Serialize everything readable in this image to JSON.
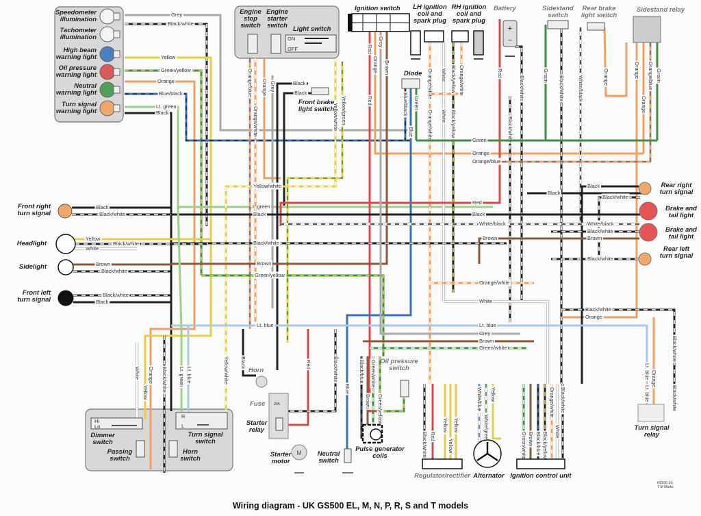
{
  "title": "Wiring diagram - UK GS500 EL, M, N, P, R, S and T models",
  "corner_code": [
    "H2936.1/s",
    "T M Marks"
  ],
  "components": {
    "instrument": [
      {
        "lines": [
          "Speedometer",
          "illumination"
        ],
        "bulb_color": "#f4f4f4"
      },
      {
        "lines": [
          "Tachometer",
          "illumination"
        ],
        "bulb_color": "#f4f4f4"
      },
      {
        "lines": [
          "High beam",
          "warning light"
        ],
        "bulb_color": "#4a7fc0"
      },
      {
        "lines": [
          "Oil pressure",
          "warning light"
        ],
        "bulb_color": "#d85a5a"
      },
      {
        "lines": [
          "Neutral",
          "warning light"
        ],
        "bulb_color": "#4f9f5a"
      },
      {
        "lines": [
          "Turn signal",
          "warning light"
        ],
        "bulb_color": "#f0a868"
      }
    ],
    "engine_stop_switch": [
      "Engine",
      "stop",
      "switch"
    ],
    "engine_starter_switch": [
      "Engine",
      "starter",
      "switch"
    ],
    "light_switch": {
      "label": "Light switch",
      "on": "ON",
      "off": "OFF"
    },
    "front_brake_light_switch": [
      "Front brake",
      "light switch"
    ],
    "ignition_switch": "Ignition switch",
    "lh_coil": [
      "LH ignition",
      "coil and",
      "spark plug"
    ],
    "rh_coil": [
      "RH ignition",
      "coil and",
      "spark plug"
    ],
    "battery": "Battery",
    "diode": "Diode",
    "sidestand_switch": [
      "Sidestand",
      "switch"
    ],
    "rear_brake_light_switch": [
      "Rear brake",
      "light switch"
    ],
    "sidestand_relay": "Sidestand relay",
    "front_right_turn_signal": [
      "Front right",
      "turn signal"
    ],
    "headlight": "Headlight",
    "sidelight": "Sidelight",
    "front_left_turn_signal": [
      "Front left",
      "turn signal"
    ],
    "rear_right_turn_signal": [
      "Rear right",
      "turn signal"
    ],
    "brake_tail_light_1": [
      "Brake and",
      "tail light"
    ],
    "brake_tail_light_2": [
      "Brake and",
      "tail light"
    ],
    "rear_left_turn_signal": [
      "Rear left",
      "turn signal"
    ],
    "dimmer_switch": {
      "lines": [
        "Dimmer",
        "switch"
      ],
      "hi": "Hi",
      "lo": "Lo"
    },
    "passing_switch": [
      "Passing",
      "switch"
    ],
    "turn_signal_switch": {
      "lines": [
        "Turn signal",
        "switch"
      ],
      "r": "R",
      "l": "L"
    },
    "horn_switch": [
      "Horn",
      "switch"
    ],
    "horn": "Horn",
    "fuse": {
      "label": "Fuse",
      "rating": "20A"
    },
    "starter_relay": [
      "Starter",
      "relay"
    ],
    "starter_motor": {
      "lines": [
        "Starter",
        "motor"
      ],
      "symbol": "M"
    },
    "neutral_switch": [
      "Neutral",
      "switch"
    ],
    "pulse_generator_coils": [
      "Pulse generator",
      "coils"
    ],
    "oil_pressure_switch": [
      "Oil pressure",
      "switch"
    ],
    "regulator_rectifier": "Regulator/rectifier",
    "alternator": "Alternator",
    "ignition_control_unit": "Ignition control unit",
    "turn_signal_relay": [
      "Turn signal",
      "relay"
    ]
  },
  "wire_colors": {
    "black": "#222222",
    "grey": "#a9a9a9",
    "yellow": "#e6cf4e",
    "green": "#3f8f3f",
    "orange": "#f0a060",
    "blue": "#3b6fb8",
    "lt_green": "#9fd08a",
    "lt_blue": "#a9c9e8",
    "red": "#d94848",
    "brown": "#8b5a3c",
    "white": "#ffffff"
  },
  "wires": [
    {
      "label": "Grey",
      "color": "grey"
    },
    {
      "label": "Black/white",
      "color": "black",
      "tracer": "white"
    },
    {
      "label": "Yellow",
      "color": "yellow"
    },
    {
      "label": "Green/yellow",
      "color": "green",
      "tracer": "yellow"
    },
    {
      "label": "Orange",
      "color": "orange"
    },
    {
      "label": "Blue/black",
      "color": "blue",
      "tracer": "black"
    },
    {
      "label": "Lt. green",
      "color": "lt_green"
    },
    {
      "label": "Black",
      "color": "black"
    },
    {
      "label": "Orange/blue",
      "color": "orange",
      "tracer": "blue"
    },
    {
      "label": "Orange/white",
      "color": "orange",
      "tracer": "white"
    },
    {
      "label": "Orange",
      "color": "orange"
    },
    {
      "label": "Grey",
      "color": "grey"
    },
    {
      "label": "Black",
      "color": "black"
    },
    {
      "label": "Black",
      "color": "black"
    },
    {
      "label": "Yellow/white",
      "color": "yellow",
      "tracer": "white"
    },
    {
      "label": "Yellow/green",
      "color": "yellow",
      "tracer": "green"
    },
    {
      "label": "Red",
      "color": "red"
    },
    {
      "label": "Orange",
      "color": "orange"
    },
    {
      "label": "Grey",
      "color": "grey"
    },
    {
      "label": "Brown",
      "color": "brown"
    },
    {
      "label": "Blue/black",
      "color": "blue",
      "tracer": "black"
    },
    {
      "label": "Blue",
      "color": "blue"
    },
    {
      "label": "Green",
      "color": "green"
    },
    {
      "label": "Orange/white",
      "color": "orange",
      "tracer": "white"
    },
    {
      "label": "White",
      "color": "white"
    },
    {
      "label": "Black/yellow",
      "color": "black",
      "tracer": "yellow"
    },
    {
      "label": "Orange/white",
      "color": "orange",
      "tracer": "white"
    },
    {
      "label": "Red",
      "color": "red"
    },
    {
      "label": "Black/white",
      "color": "black",
      "tracer": "white"
    },
    {
      "label": "Black/white",
      "color": "black",
      "tracer": "white"
    },
    {
      "label": "Green",
      "color": "green"
    },
    {
      "label": "Black/white",
      "color": "black",
      "tracer": "white"
    },
    {
      "label": "White/black",
      "color": "white",
      "tracer": "black"
    },
    {
      "label": "Orange",
      "color": "orange"
    },
    {
      "label": "Orange",
      "color": "orange"
    },
    {
      "label": "Orange",
      "color": "orange"
    },
    {
      "label": "Orange/blue",
      "color": "orange",
      "tracer": "blue"
    },
    {
      "label": "Green",
      "color": "green"
    },
    {
      "label": "Green",
      "color": "green"
    },
    {
      "label": "Black",
      "color": "black"
    },
    {
      "label": "Black",
      "color": "black"
    },
    {
      "label": "Black/white",
      "color": "black",
      "tracer": "white"
    },
    {
      "label": "White/black",
      "color": "white",
      "tracer": "black"
    },
    {
      "label": "Black/white",
      "color": "black",
      "tracer": "white"
    },
    {
      "label": "Brown",
      "color": "brown"
    },
    {
      "label": "Black/white",
      "color": "black",
      "tracer": "white"
    },
    {
      "label": "Black",
      "color": "black"
    },
    {
      "label": "Black/white",
      "color": "black",
      "tracer": "white"
    },
    {
      "label": "Green/yellow",
      "color": "green",
      "tracer": "yellow"
    },
    {
      "label": "Orange/white",
      "color": "orange",
      "tracer": "white"
    },
    {
      "label": "White",
      "color": "white"
    },
    {
      "label": "Lt. blue",
      "color": "lt_blue"
    },
    {
      "label": "Black/white",
      "color": "black",
      "tracer": "white"
    },
    {
      "label": "Grey",
      "color": "grey"
    },
    {
      "label": "Brown",
      "color": "brown"
    },
    {
      "label": "Green/white",
      "color": "green",
      "tracer": "white"
    },
    {
      "label": "Black",
      "color": "black"
    },
    {
      "label": "Black/white",
      "color": "black",
      "tracer": "white"
    },
    {
      "label": "Yellow",
      "color": "yellow"
    },
    {
      "label": "Black/white",
      "color": "black",
      "tracer": "white"
    },
    {
      "label": "White",
      "color": "white"
    },
    {
      "label": "Brown",
      "color": "brown"
    },
    {
      "label": "Black/white",
      "color": "black",
      "tracer": "white"
    },
    {
      "label": "Black/white",
      "color": "black",
      "tracer": "white"
    },
    {
      "label": "Black",
      "color": "black"
    },
    {
      "label": "Orange",
      "color": "orange"
    },
    {
      "label": "Yellow",
      "color": "yellow"
    },
    {
      "label": "White",
      "color": "white"
    },
    {
      "label": "Black/white",
      "color": "black",
      "tracer": "white"
    },
    {
      "label": "Lt. green",
      "color": "lt_green"
    },
    {
      "label": "Lt. blue",
      "color": "lt_blue"
    },
    {
      "label": "Black",
      "color": "black"
    },
    {
      "label": "Red",
      "color": "red"
    },
    {
      "label": "Black/white",
      "color": "black",
      "tracer": "white"
    },
    {
      "label": "Black/white",
      "color": "black",
      "tracer": "white"
    },
    {
      "label": "Red",
      "color": "red"
    },
    {
      "label": "Yellow",
      "color": "yellow"
    },
    {
      "label": "Yellow",
      "color": "yellow"
    },
    {
      "label": "Yellow",
      "color": "yellow"
    },
    {
      "label": "White/blue",
      "color": "white",
      "tracer": "blue"
    },
    {
      "label": "White/green",
      "color": "white",
      "tracer": "green"
    },
    {
      "label": "Yellow",
      "color": "yellow"
    },
    {
      "label": "Green/white",
      "color": "green",
      "tracer": "white"
    },
    {
      "label": "Brown",
      "color": "brown"
    },
    {
      "label": "Black/blue",
      "color": "black",
      "tracer": "blue"
    },
    {
      "label": "Black/yellow",
      "color": "black",
      "tracer": "yellow"
    },
    {
      "label": "Orange/white",
      "color": "orange",
      "tracer": "white"
    },
    {
      "label": "White",
      "color": "white"
    },
    {
      "label": "Black/white",
      "color": "black",
      "tracer": "white"
    },
    {
      "label": "Black/blue",
      "color": "black",
      "tracer": "blue"
    },
    {
      "label": "Brown",
      "color": "brown"
    },
    {
      "label": "Green/white",
      "color": "green",
      "tracer": "white"
    },
    {
      "label": "Green/yellow",
      "color": "green",
      "tracer": "yellow"
    },
    {
      "label": "Lt. blue",
      "color": "lt_blue"
    },
    {
      "label": "Orange",
      "color": "orange"
    },
    {
      "label": "Black/white",
      "color": "black",
      "tracer": "white"
    }
  ]
}
